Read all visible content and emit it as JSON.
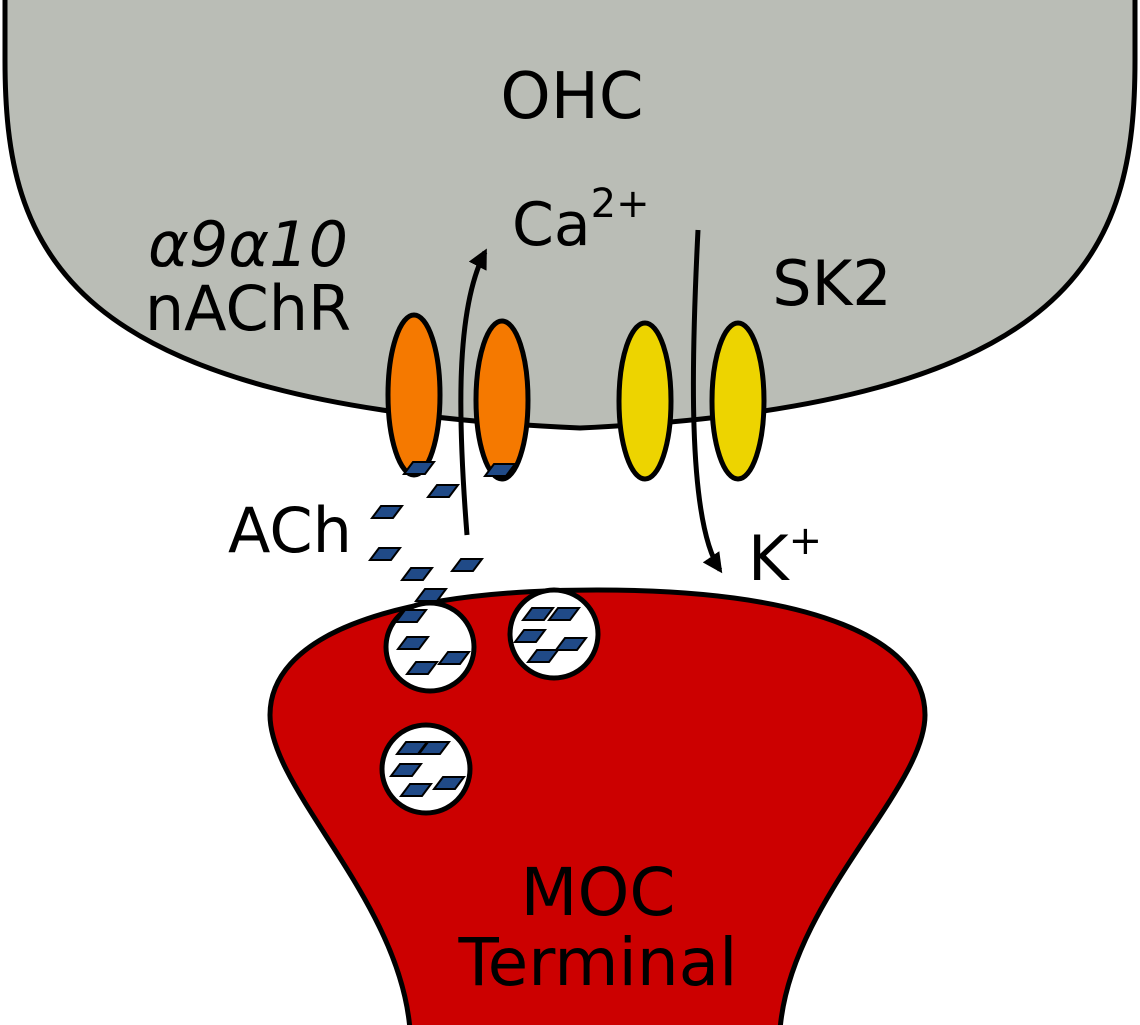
{
  "labels": {
    "ohc": "OHC",
    "calcium": "Ca",
    "calcium_charge": "2+",
    "receptor_line1": "α9α10",
    "receptor_line2": "nAChR",
    "sk2": "SK2",
    "ach": "ACh",
    "potassium": "K",
    "potassium_charge": "+",
    "moc_line1": "MOC",
    "moc_line2": "Terminal"
  },
  "colors": {
    "ohc_fill": "#babdb6",
    "moc_fill": "#cc0000",
    "nachr_fill": "#f57900",
    "sk2_fill": "#edd400",
    "ach_fill": "#204a87",
    "vesicle_fill": "#ffffff"
  }
}
